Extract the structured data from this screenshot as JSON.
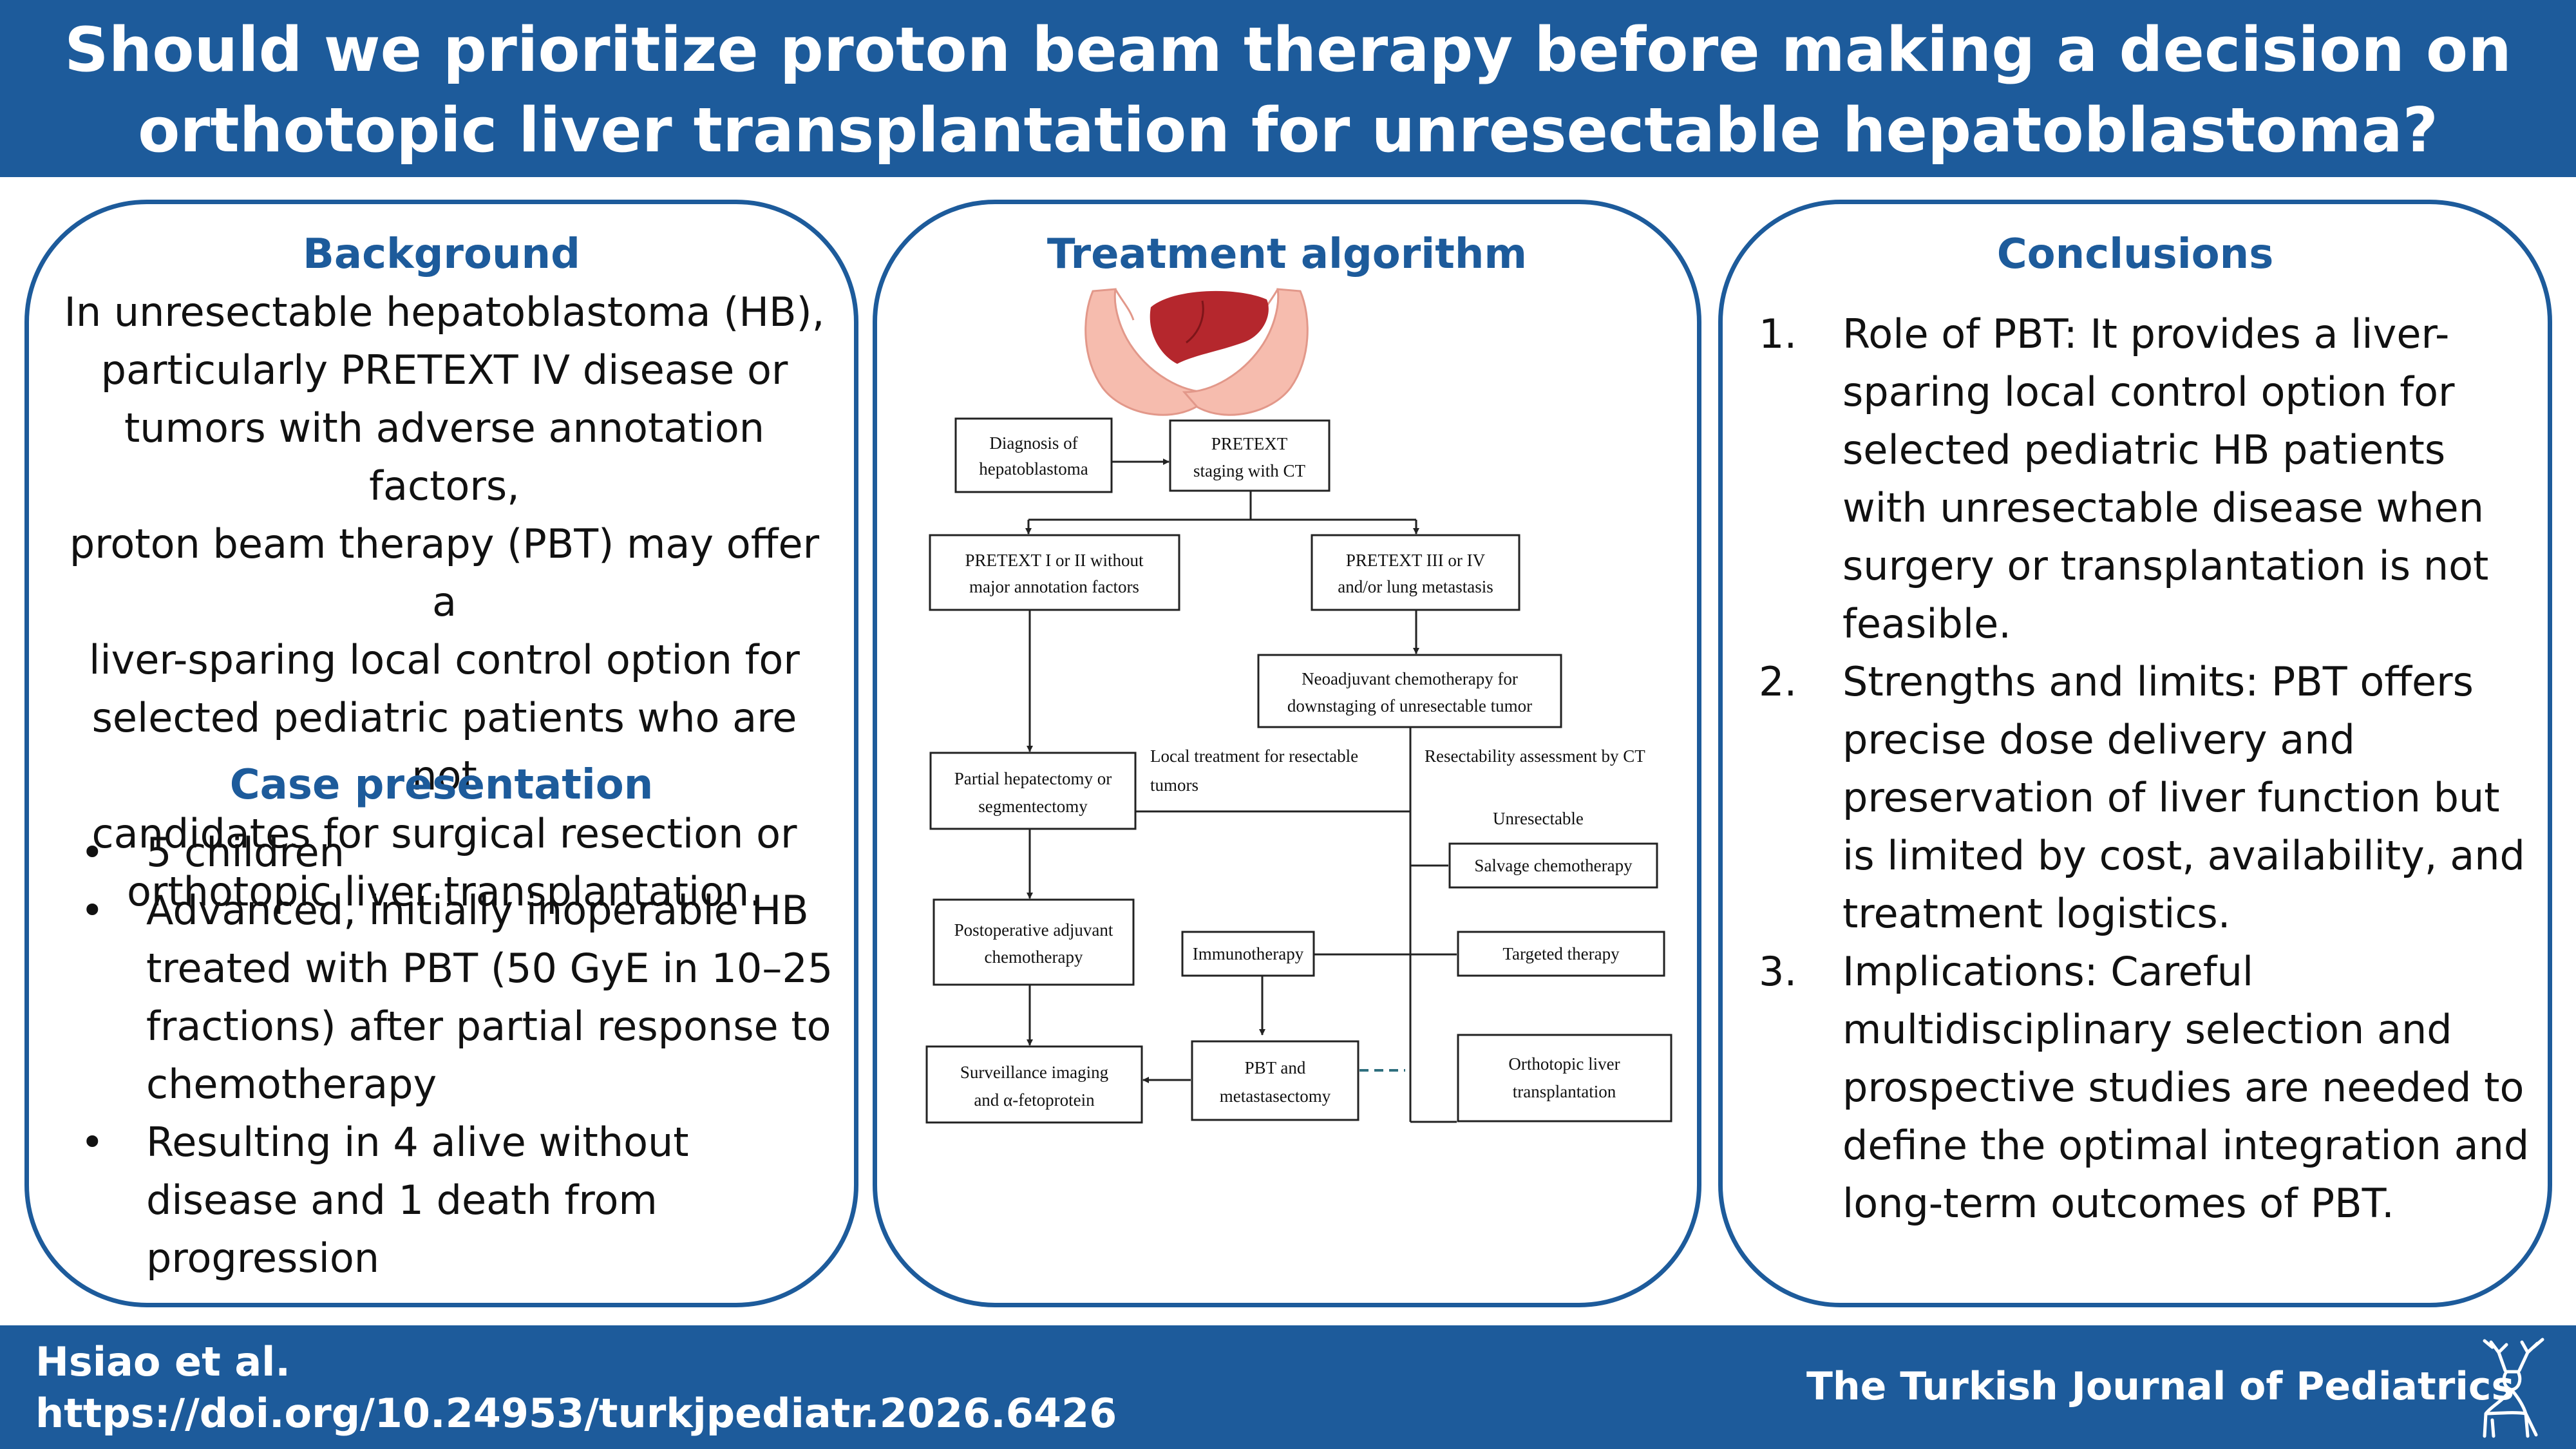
{
  "header": {
    "title_line1": "Should we prioritize proton beam therapy before making a decision on",
    "title_line2": "orthotopic liver transplantation for unresectable hepatoblastoma?"
  },
  "background": {
    "heading": "Background",
    "lines": [
      "In unresectable hepatoblastoma (HB),",
      "particularly PRETEXT IV disease or",
      "tumors with adverse annotation factors,",
      "proton beam therapy (PBT) may offer a",
      "liver-sparing local control option for",
      "selected pediatric patients who are not",
      "candidates for surgical resection or",
      "orthotopic liver transplantation."
    ]
  },
  "case": {
    "heading": "Case presentation",
    "bullets": [
      {
        "marker": "•",
        "lines": [
          "5 children"
        ]
      },
      {
        "marker": "•",
        "lines": [
          "Advanced, initially inoperable HB",
          "treated with PBT (50 GyE in 10–25",
          "fractions) after partial response to",
          "chemotherapy"
        ]
      },
      {
        "marker": "•",
        "lines": [
          "Resulting in 4 alive without",
          "disease and 1 death from",
          "progression"
        ]
      }
    ]
  },
  "algorithm": {
    "heading": "Treatment algorithm",
    "illustration_icon": "hands-holding-liver-icon",
    "boxes": {
      "diagnosis": [
        "Diagnosis of",
        "hepatoblastoma"
      ],
      "pretext": [
        "PRETEXT",
        "staging with CT"
      ],
      "pretext12": [
        "PRETEXT I or II without",
        "major annotation factors"
      ],
      "pretext34": [
        "PRETEXT III or IV",
        "and/or lung metastasis"
      ],
      "neoadjuvant": [
        "Neoadjuvant chemotherapy for",
        "downstaging of unresectable tumor"
      ],
      "partial": [
        "Partial hepatectomy or",
        "segmentectomy"
      ],
      "postop": [
        "Postoperative adjuvant",
        "chemotherapy"
      ],
      "surveillance": [
        "Surveillance imaging",
        "and α-fetoprotein"
      ],
      "salvage": [
        "Salvage chemotherapy"
      ],
      "immuno": [
        "Immunotherapy"
      ],
      "targeted": [
        "Targeted therapy"
      ],
      "pbt": [
        "PBT and",
        "metastasectomy"
      ],
      "olt": [
        "Orthotopic liver",
        "transplantation"
      ]
    },
    "labels": {
      "local": [
        "Local treatment for resectable",
        "tumors"
      ],
      "resect": "Resectability assessment by CT",
      "unres": "Unresectable"
    }
  },
  "conclusions": {
    "heading": "Conclusions",
    "items": [
      {
        "num": "1.",
        "lines": [
          "Role of PBT: It provides a liver-",
          "sparing local control option for",
          "selected pediatric HB patients",
          "with unresectable disease when",
          "surgery or transplantation is not",
          "feasible."
        ]
      },
      {
        "num": "2.",
        "lines": [
          "Strengths and limits: PBT offers",
          "precise dose delivery and",
          "preservation of liver function but",
          "is limited by cost, availability, and",
          "treatment logistics."
        ]
      },
      {
        "num": "3.",
        "lines": [
          "Implications: Careful",
          "multidisciplinary selection and",
          "prospective studies are needed to",
          "define the optimal integration and",
          "long-term outcomes of PBT."
        ]
      }
    ]
  },
  "footer": {
    "authors": "Hsiao et al.",
    "doi": "https://doi.org/10.24953/turkjpediatr.2026.6426",
    "journal": "The Turkish Journal of Pediatrics",
    "logo_icon": "deer-logo-icon"
  },
  "colors": {
    "brand": "#1d5b9b",
    "liver": "#b5272d",
    "hands": "#f6bcae"
  }
}
